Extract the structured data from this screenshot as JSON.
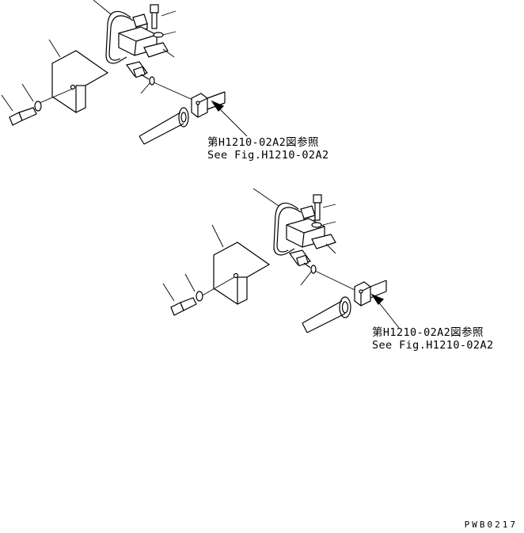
{
  "references": [
    {
      "jp": "第H1210-02A2図参照",
      "en": "See Fig.H1210-02A2"
    },
    {
      "jp": "第H1210-02A2図参照",
      "en": "See Fig.H1210-02A2"
    }
  ],
  "drawing_code": "PWB0217"
}
